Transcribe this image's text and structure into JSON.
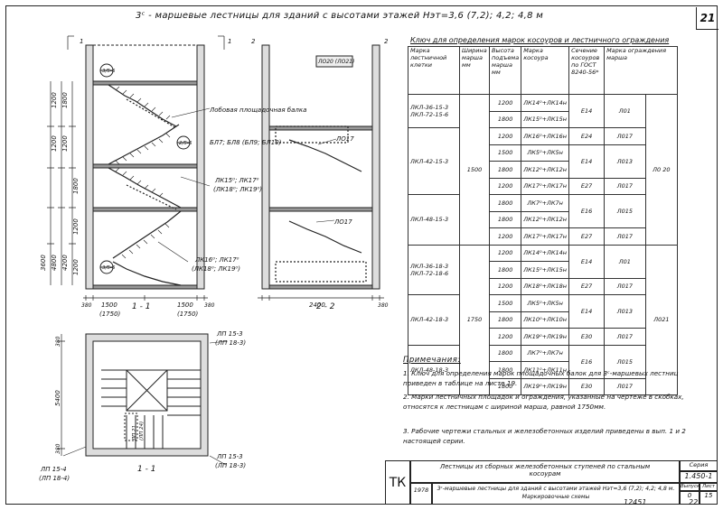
{
  "page": {
    "title": "3ᶜ - маршевые лестницы для зданий с высотами этажей Нэт=3,6 (7,2); 4,2; 4,8 м",
    "sheet_number": "21"
  },
  "key_table": {
    "title": "Ключ для определения марок косоуров и лестничного ограждения",
    "headers": [
      "Марка лестничной клетки",
      "Ширина марша мм",
      "Высота подъема марша мм",
      "Марка косоура",
      "Сечение косоуров по ГОСТ 8240-56*",
      "Марка ограждения марша"
    ],
    "rows": [
      {
        "mark": "ЛКЛ-36-15-3\nЛКЛ-72-15-6",
        "width": "1500",
        "height": "1200",
        "kosour": "ЛК14⁰+ЛК14н",
        "section": "Е14",
        "fence": "Л01",
        "fence_group": "Л0 20"
      },
      {
        "mark": "",
        "width": "",
        "height": "1800",
        "kosour": "ЛК15⁰+ЛК15н",
        "section": "",
        "fence": "",
        "fence_group": ""
      },
      {
        "mark": "ЛКЛ-42-15-3",
        "width": "",
        "height": "1200",
        "kosour": "ЛК16⁰+ЛК16н",
        "section": "Е24",
        "fence": "Л017",
        "fence_group": ""
      },
      {
        "mark": "",
        "width": "",
        "height": "1500",
        "kosour": "ЛК5⁰+ЛК5н",
        "section": "Е14",
        "fence": "Л013",
        "fence_group": ""
      },
      {
        "mark": "",
        "width": "",
        "height": "1800",
        "kosour": "ЛК12⁰+ЛК12н",
        "section": "",
        "fence": "",
        "fence_group": ""
      },
      {
        "mark": "",
        "width": "",
        "height": "1200",
        "kosour": "ЛК17⁰+ЛК17н",
        "section": "Е27",
        "fence": "Л017",
        "fence_group": ""
      },
      {
        "mark": "ЛКЛ-48-15-3",
        "width": "",
        "height": "1800",
        "kosour": "ЛК7⁰+ЛК7н",
        "section": "Е16",
        "fence": "Л015",
        "fence_group": ""
      },
      {
        "mark": "",
        "width": "",
        "height": "1800",
        "kosour": "ЛК12⁰+ЛК12н",
        "section": "",
        "fence": "",
        "fence_group": ""
      },
      {
        "mark": "",
        "width": "",
        "height": "1200",
        "kosour": "ЛК17⁰+ЛК17н",
        "section": "Е27",
        "fence": "Л017",
        "fence_group": ""
      },
      {
        "mark": "ЛКЛ-36-18-3\nЛКЛ-72-18-6",
        "width": "1750",
        "height": "1200",
        "kosour": "ЛК14⁰+ЛК14н",
        "section": "Е14",
        "fence": "Л01",
        "fence_group": "Л021"
      },
      {
        "mark": "",
        "width": "",
        "height": "1800",
        "kosour": "ЛК15⁰+ЛК15н",
        "section": "",
        "fence": "",
        "fence_group": ""
      },
      {
        "mark": "",
        "width": "",
        "height": "1200",
        "kosour": "ЛК18⁰+ЛК18н",
        "section": "Е27",
        "fence": "Л017",
        "fence_group": ""
      },
      {
        "mark": "ЛКЛ-42-18-3",
        "width": "",
        "height": "1500",
        "kosour": "ЛК5⁰+ЛК5н",
        "section": "Е14",
        "fence": "Л013",
        "fence_group": ""
      },
      {
        "mark": "",
        "width": "",
        "height": "1800",
        "kosour": "ЛК10⁰+ЛК10н",
        "section": "",
        "fence": "",
        "fence_group": ""
      },
      {
        "mark": "",
        "width": "",
        "height": "1200",
        "kosour": "ЛК19⁰+ЛК19н",
        "section": "Е30",
        "fence": "Л017",
        "fence_group": ""
      },
      {
        "mark": "ЛКЛ-48-18-3",
        "width": "",
        "height": "1800",
        "kosour": "ЛК7⁰+ЛК7н",
        "section": "Е16",
        "fence": "Л015",
        "fence_group": ""
      },
      {
        "mark": "",
        "width": "",
        "height": "1800",
        "kosour": "ЛК11⁰+ЛК11н",
        "section": "",
        "fence": "",
        "fence_group": ""
      },
      {
        "mark": "",
        "width": "",
        "height": "1800",
        "kosour": "ЛК19⁰+ЛК19н",
        "section": "Е30",
        "fence": "Л017",
        "fence_group": ""
      }
    ]
  },
  "notes": {
    "title": "Примечания:",
    "items": [
      "1. Ключ для определения марок площадочных балок для 3ᶜ-маршевых лестниц приведен в таблице на листе 19.",
      "2. Марки лестничных площадок и ограждения, указанные на чертеже в скобках, относятся к лестницам с шириной марша, равной 1750мм.",
      "3. Рабочие чертежи стальных и железобетонных изделий приведены в вып. 1 и 2 настоящей серии."
    ]
  },
  "drawing_labels": {
    "section_1_1": "1 - 1",
    "section_2_2": "2 - 2",
    "section_marks": [
      "1",
      "1",
      "2",
      "2"
    ],
    "beam_label": "Лобовая площадочная балка",
    "beam_marks": "БЛ7; БЛ8 (БЛ9; БЛ10)",
    "kosour_label_1": "ЛК15⁰; ЛК17⁰",
    "kosour_label_1b": "(ЛК18⁰; ЛК19⁰)",
    "kosour_label_2": "ЛК16⁰; ЛК17⁰",
    "kosour_label_2b": "(ЛК18⁰; ЛК19⁰)",
    "fence_label_1": "ЛО17",
    "fence_label_2": "ЛО17",
    "fence_label_3": "ЛО20 (ЛО21)",
    "circle_tags": [
      "3/5-6",
      "2/5-6",
      "3/5-6"
    ],
    "dims_left_vertical": [
      "1200",
      "1200",
      "1800",
      "1200",
      "1800",
      "1200",
      "1200",
      "3600",
      "4800",
      "4200"
    ],
    "dims_bottom_1": [
      "380",
      "1500",
      "(1750)"
    ],
    "dims_bottom_2": [
      "1500",
      "(1750)",
      "380",
      "2400",
      "380"
    ],
    "plan_labels": [
      "ЛП 15-3",
      "(ЛП 18-3)",
      "ЛП 15-3",
      "(ЛП 18-3)",
      "ЛП 15-4",
      "(ЛП 18-4)",
      "ЛП 21",
      "(ЛП 24)"
    ],
    "plan_dims": [
      "380",
      "5400",
      "380"
    ]
  },
  "stamp": {
    "code": "ТК",
    "line1": "Лестницы из сборных железобетонных ступеней по стальным косоурам",
    "series_label": "Серия",
    "series": "1.450-1",
    "year": "1978",
    "line2": "3ᶜ-маршевые лестницы для зданий с высотами этажей Нэт=3,6 (7,2); 4,2; 4,8 м. Маркировочные схемы",
    "issue_label": "Выпуск",
    "issue": "0",
    "sheet_label": "Лист",
    "sheet": "15",
    "inv": "12451",
    "inv2": "22"
  }
}
